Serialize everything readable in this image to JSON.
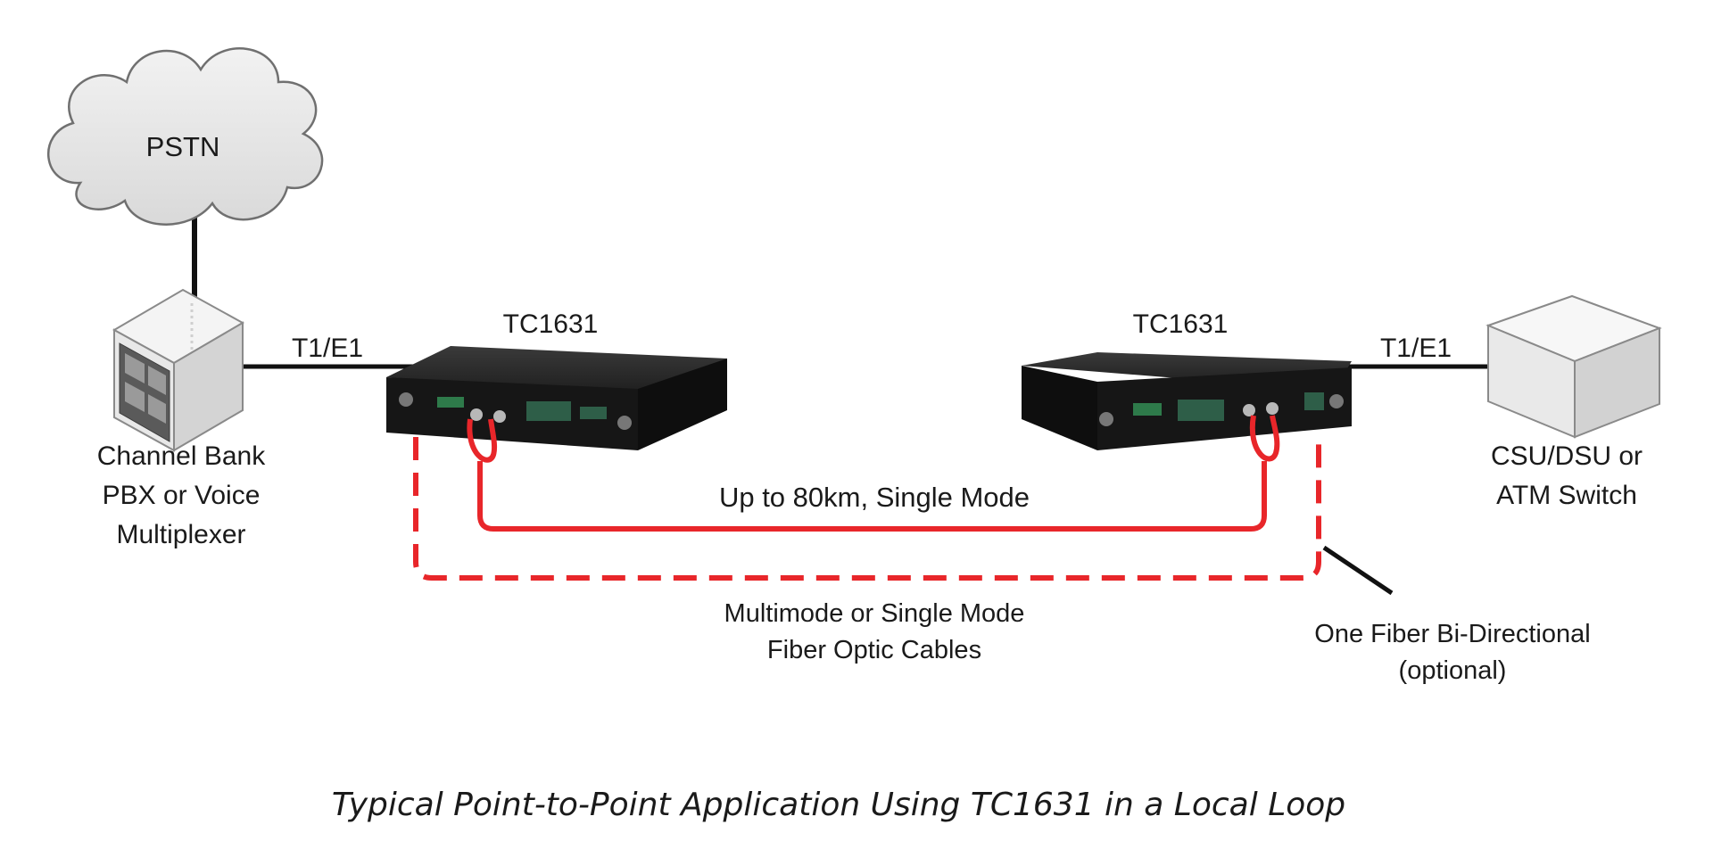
{
  "nodes": {
    "cloud": {
      "label": "PSTN"
    },
    "left_device": {
      "lines": [
        "Channel Bank",
        "PBX or Voice",
        "Multiplexer"
      ]
    },
    "right_device": {
      "lines": [
        "CSU/DSU or",
        "ATM Switch"
      ]
    },
    "left_modem": {
      "label": "TC1631"
    },
    "right_modem": {
      "label": "TC1631"
    }
  },
  "links": {
    "left_t1e1": "T1/E1",
    "right_t1e1": "T1/E1",
    "single_mode": "Up to 80km, Single Mode",
    "fiber_cables": [
      "Multimode or Single Mode",
      "Fiber Optic Cables"
    ],
    "bidirectional": [
      "One Fiber Bi-Directional",
      "(optional)"
    ]
  },
  "caption": "Typical Point-to-Point Application Using TC1631 in a Local Loop",
  "colors": {
    "fiber": "#e8262a",
    "line": "#111111",
    "device": "#1c1c1c",
    "box": "#e6e6e6",
    "cloud": "#e9e9e9"
  }
}
